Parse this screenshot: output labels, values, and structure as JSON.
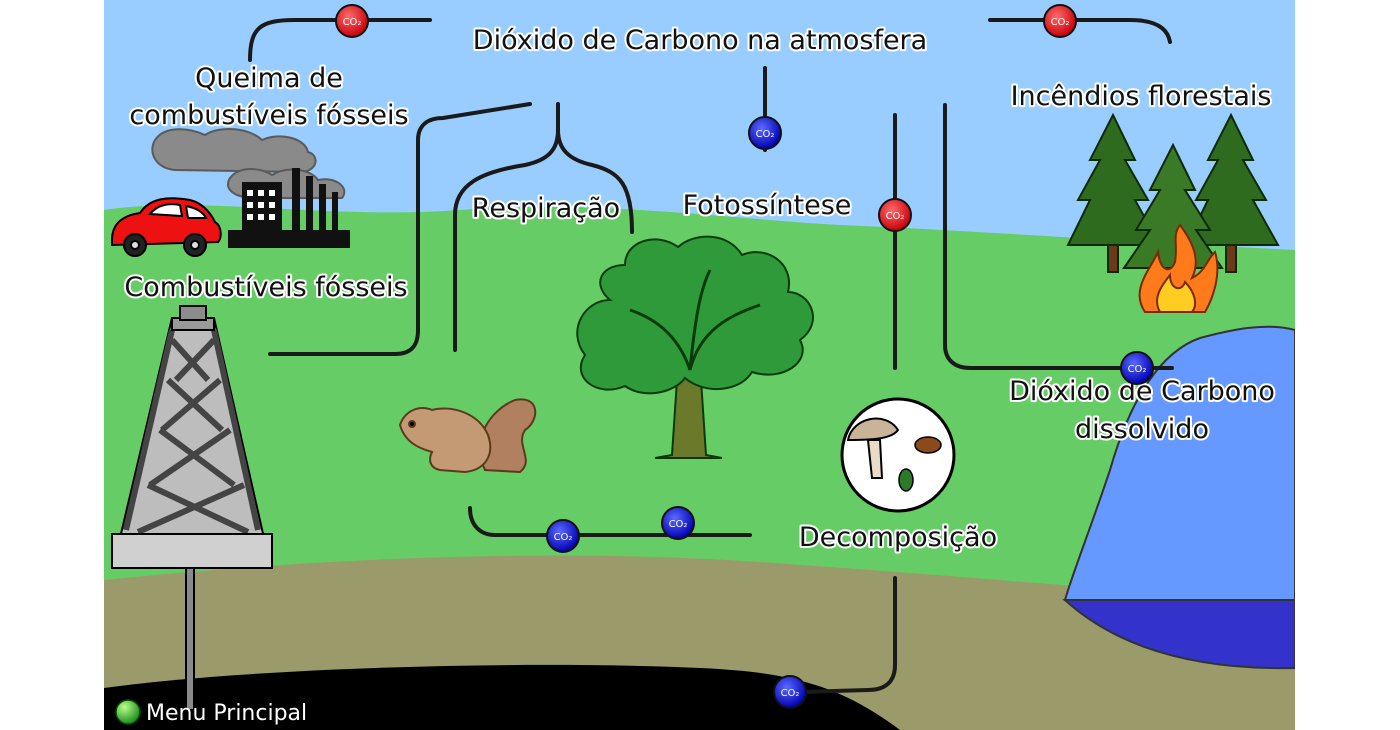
{
  "labels": {
    "atmosphere": "Dióxido de Carbono na atmosfera",
    "burning_line1": "Queima de",
    "burning_line2": "combustíveis fósseis",
    "forest_fires": "Incêndios florestais",
    "respiration": "Respiração",
    "photosynthesis": "Fotossíntese",
    "fossil_fuels": "Combustíveis fósseis",
    "dissolved_line1": "Dióxido de Carbono",
    "dissolved_line2": "dissolvido",
    "decomposition": "Decomposição"
  },
  "badge_text": "CO₂",
  "menu": {
    "label": "Menu Principal"
  },
  "colors": {
    "sky": "#99ccff",
    "grass": "#66cc66",
    "soil": "#9a9a6a",
    "oil": "#000000",
    "water": "#6699ff",
    "co2_release": "#e8141c",
    "co2_absorb": "#1a1adf"
  }
}
